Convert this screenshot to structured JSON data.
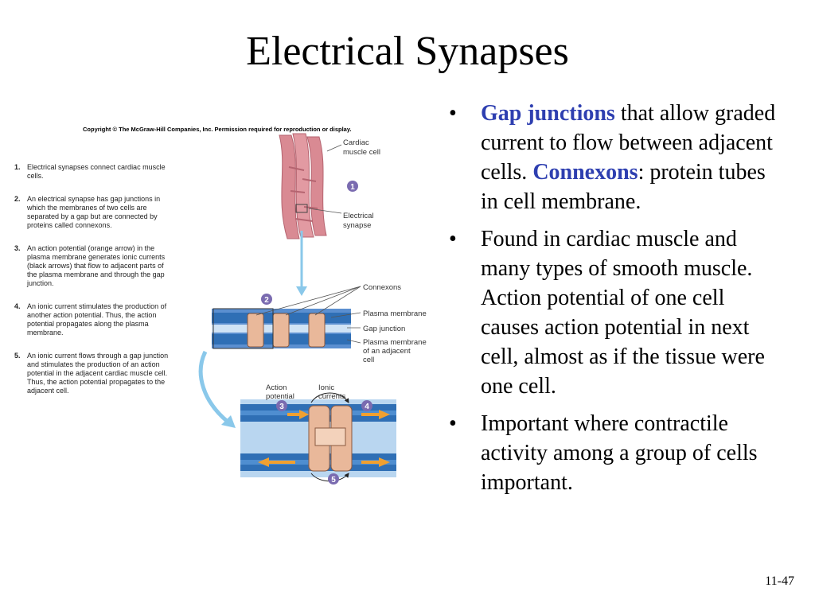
{
  "title": "Electrical Synapses",
  "bullets": [
    {
      "id": "gap-junctions",
      "parts": [
        {
          "text": "Gap junctions",
          "highlight": true
        },
        {
          "text": " that allow graded current to flow between adjacent cells. ",
          "highlight": false
        },
        {
          "text": "Connexons",
          "highlight": true
        },
        {
          "text": ": protein tubes in cell membrane.",
          "highlight": false
        }
      ]
    },
    {
      "id": "cardiac-muscle",
      "parts": [
        {
          "text": "Found in cardiac muscle and many types of smooth muscle. Action potential of one cell causes action potential in next cell, almost as if the tissue were one cell.",
          "highlight": false
        }
      ]
    },
    {
      "id": "contractile-activity",
      "parts": [
        {
          "text": "Important where contractile activity among a group of cells important.",
          "highlight": false
        }
      ]
    }
  ],
  "bullet_symbol": "•",
  "page_number": "11-47",
  "figure": {
    "copyright": "Copyright © The McGraw-Hill Companies, Inc. Permission required for reproduction or display.",
    "steps": [
      {
        "num": "1.",
        "text": "Electrical synapses connect cardiac muscle cells."
      },
      {
        "num": "2.",
        "text": "An electrical synapse has gap junctions in which the membranes of two cells are separated by a gap but are connected by proteins called connexons."
      },
      {
        "num": "3.",
        "text": "An action potential (orange arrow) in the plasma membrane generates ionic currents (black arrows) that flow to adjacent parts of the plasma membrane and through the gap junction."
      },
      {
        "num": "4.",
        "text": "An ionic current stimulates the production of another action potential. Thus, the action potential propagates along the plasma membrane."
      },
      {
        "num": "5.",
        "text": "An ionic current flows through a gap junction and stimulates the production of an action potential in the adjacent cardiac muscle cell. Thus, the action potential propagates to the adjacent cell."
      }
    ],
    "labels": {
      "cardiac_muscle_cell_1": "Cardiac",
      "cardiac_muscle_cell_2": "muscle cell",
      "electrical_synapse_1": "Electrical",
      "electrical_synapse_2": "synapse",
      "connexons": "Connexons",
      "plasma_membrane": "Plasma membrane",
      "gap_junction": "Gap junction",
      "plasma_membrane_adjacent_1": "Plasma membrane",
      "plasma_membrane_adjacent_2": "of an adjacent",
      "plasma_membrane_adjacent_3": "cell",
      "action_potential_1": "Action",
      "action_potential_2": "potential",
      "ionic_currents_1": "Ionic",
      "ionic_currents_2": "currents"
    },
    "badges": [
      "1",
      "2",
      "3",
      "4",
      "5"
    ],
    "colors": {
      "highlight": "#2e3fb0",
      "badge": "#7a6bb0",
      "muscle": "#d98a93",
      "membrane": "#2f6fb5",
      "connexon": "#e9b89a",
      "action_arrow": "#f0a030",
      "flow_arrow": "#8ac8ea"
    }
  }
}
